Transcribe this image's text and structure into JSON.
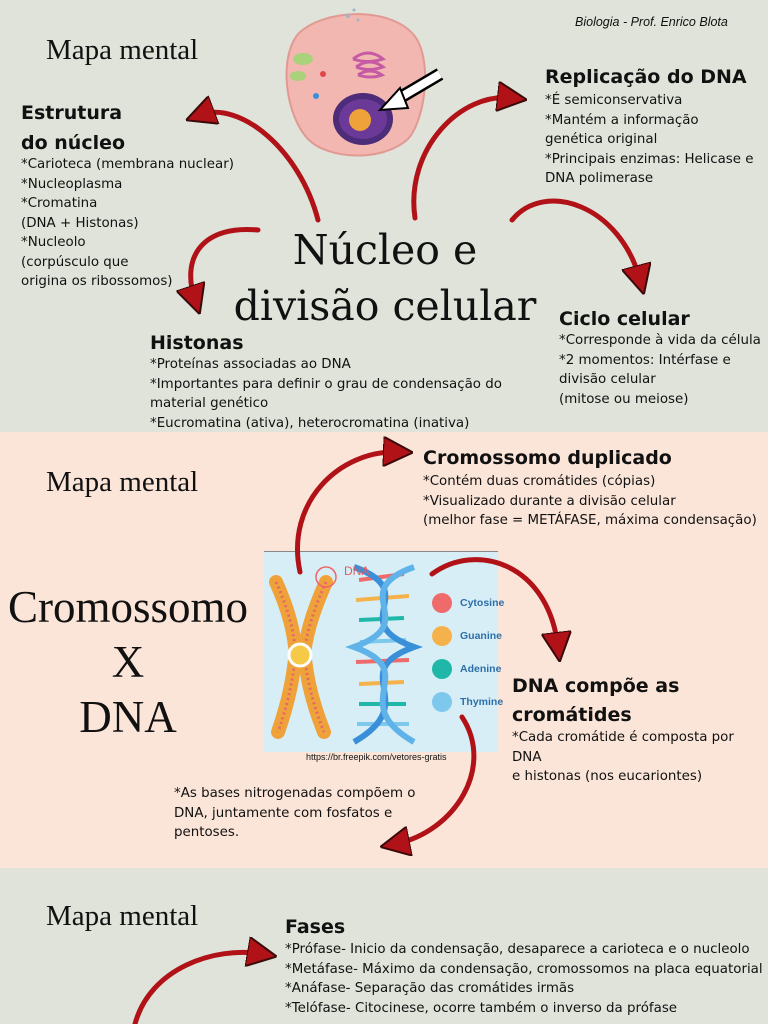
{
  "credit": "Biologia - Prof. Enrico Blota",
  "panel1": {
    "mapa": "Mapa mental",
    "title_line1": "Núcleo e",
    "title_line2": "divisão celular",
    "estrutura": {
      "heading_l1": "Estrutura",
      "heading_l2": "do núcleo",
      "body": "*Carioteca (membrana nuclear)\n*Nucleoplasma\n*Cromatina\n(DNA + Histonas)\n*Nucleolo\n(corpúsculo que\norigina os ribossomos)"
    },
    "replicacao": {
      "heading": "Replicação do DNA",
      "body": "*É semiconservativa\n*Mantém a informação\ngenética original\n*Principais enzimas: Helicase e\nDNA polimerase"
    },
    "histonas": {
      "heading": "Histonas",
      "body": "*Proteínas associadas ao DNA\n*Importantes para definir o grau de condensação do\nmaterial genético\n*Eucromatina (ativa), heterocromatina (inativa)"
    },
    "ciclo": {
      "heading": "Ciclo celular",
      "body": "*Corresponde à vida da célula\n*2 momentos: Intérfase e\ndivisão celular\n(mitose ou meiose)"
    }
  },
  "panel2": {
    "mapa": "Mapa mental",
    "title_l1": "Cromossomo",
    "title_l2": "X",
    "title_l3": "DNA",
    "duplicado": {
      "heading": "Cromossomo duplicado",
      "body": "*Contém duas cromátides (cópias)\n*Visualizado durante a divisão celular\n(melhor fase = METÁFASE, máxima condensação)"
    },
    "compoe": {
      "heading_l1": "DNA compõe as",
      "heading_l2": "cromátides",
      "body": "*Cada cromátide é composta por DNA\ne histonas (nos eucariontes)"
    },
    "bases": {
      "body": "*As bases nitrogenadas compõem o\nDNA, juntamente com fosfatos e\npentoses."
    },
    "image": {
      "dna_label": "DNA",
      "legend": [
        {
          "label": "Cytosine",
          "color": "#ef6b6b"
        },
        {
          "label": "Guanine",
          "color": "#f6b24a"
        },
        {
          "label": "Adenine",
          "color": "#1fb8a8"
        },
        {
          "label": "Thymine",
          "color": "#7ec8ee"
        }
      ],
      "source": "https://br.freepik.com/vetores-gratis"
    }
  },
  "panel3": {
    "mapa": "Mapa mental",
    "fases": {
      "heading": "Fases",
      "body": "*Prófase- Inicio da condensação, desaparece a carioteca e o nucleolo\n*Metáfase- Máximo da condensação, cromossomos na placa equatorial\n*Anáfase- Separação das cromátides irmãs\n*Telófase- Citocinese, ocorre também o inverso da prófase"
    }
  },
  "colors": {
    "arrow": "#b01218",
    "panel_green": "#dfe3d9",
    "panel_peach": "#fbe5d8"
  }
}
